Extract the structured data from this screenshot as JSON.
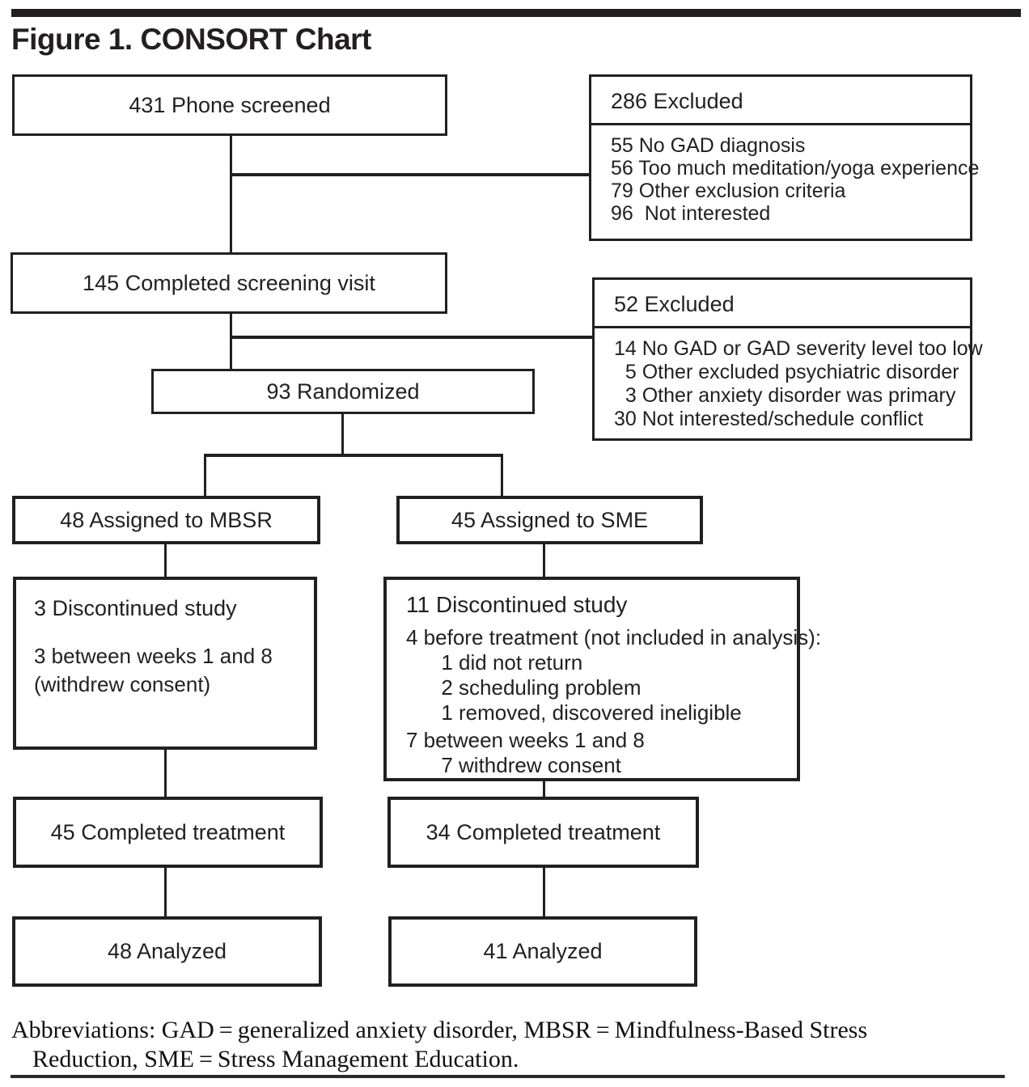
{
  "title": "Figure 1. CONSORT Chart",
  "flowchart": {
    "phone_screened": {
      "label": "431 Phone screened"
    },
    "excluded_1": {
      "title": "286 Excluded",
      "items": [
        "55 No GAD diagnosis",
        "56 Too much meditation/yoga experience",
        "79 Other exclusion criteria",
        "96  Not interested"
      ]
    },
    "completed_screening": {
      "label": "145 Completed screening visit"
    },
    "excluded_2": {
      "title": "52 Excluded",
      "items": [
        "14 No GAD or GAD severity level too low",
        "  5 Other excluded psychiatric disorder",
        "  3 Other anxiety disorder was primary",
        "30 Not interested/schedule conflict"
      ]
    },
    "randomized": {
      "label": "93 Randomized"
    },
    "assigned_mbsr": {
      "label": "48 Assigned to MBSR"
    },
    "assigned_sme": {
      "label": "45 Assigned to SME"
    },
    "discontinued_mbsr": {
      "title": "3 Discontinued study",
      "lines": [
        "3 between weeks 1 and 8",
        "(withdrew consent)"
      ]
    },
    "discontinued_sme": {
      "title": "11 Discontinued study",
      "lines": [
        "4 before treatment (not included in analysis):",
        "      1 did not return",
        "      2 scheduling problem",
        "      1 removed, discovered ineligible",
        "7 between weeks 1 and 8",
        "      7 withdrew consent"
      ]
    },
    "completed_mbsr": {
      "label": "45 Completed treatment"
    },
    "completed_sme": {
      "label": "34 Completed treatment"
    },
    "analyzed_mbsr": {
      "label": "48 Analyzed"
    },
    "analyzed_sme": {
      "label": "41 Analyzed"
    }
  },
  "footnote": {
    "line1": "Abbreviations: GAD = generalized anxiety disorder, MBSR = Mindfulness-Based Stress",
    "line2": "Reduction, SME = Stress Management Education."
  },
  "colors": {
    "ink": "#231f20",
    "background": "#ffffff"
  }
}
